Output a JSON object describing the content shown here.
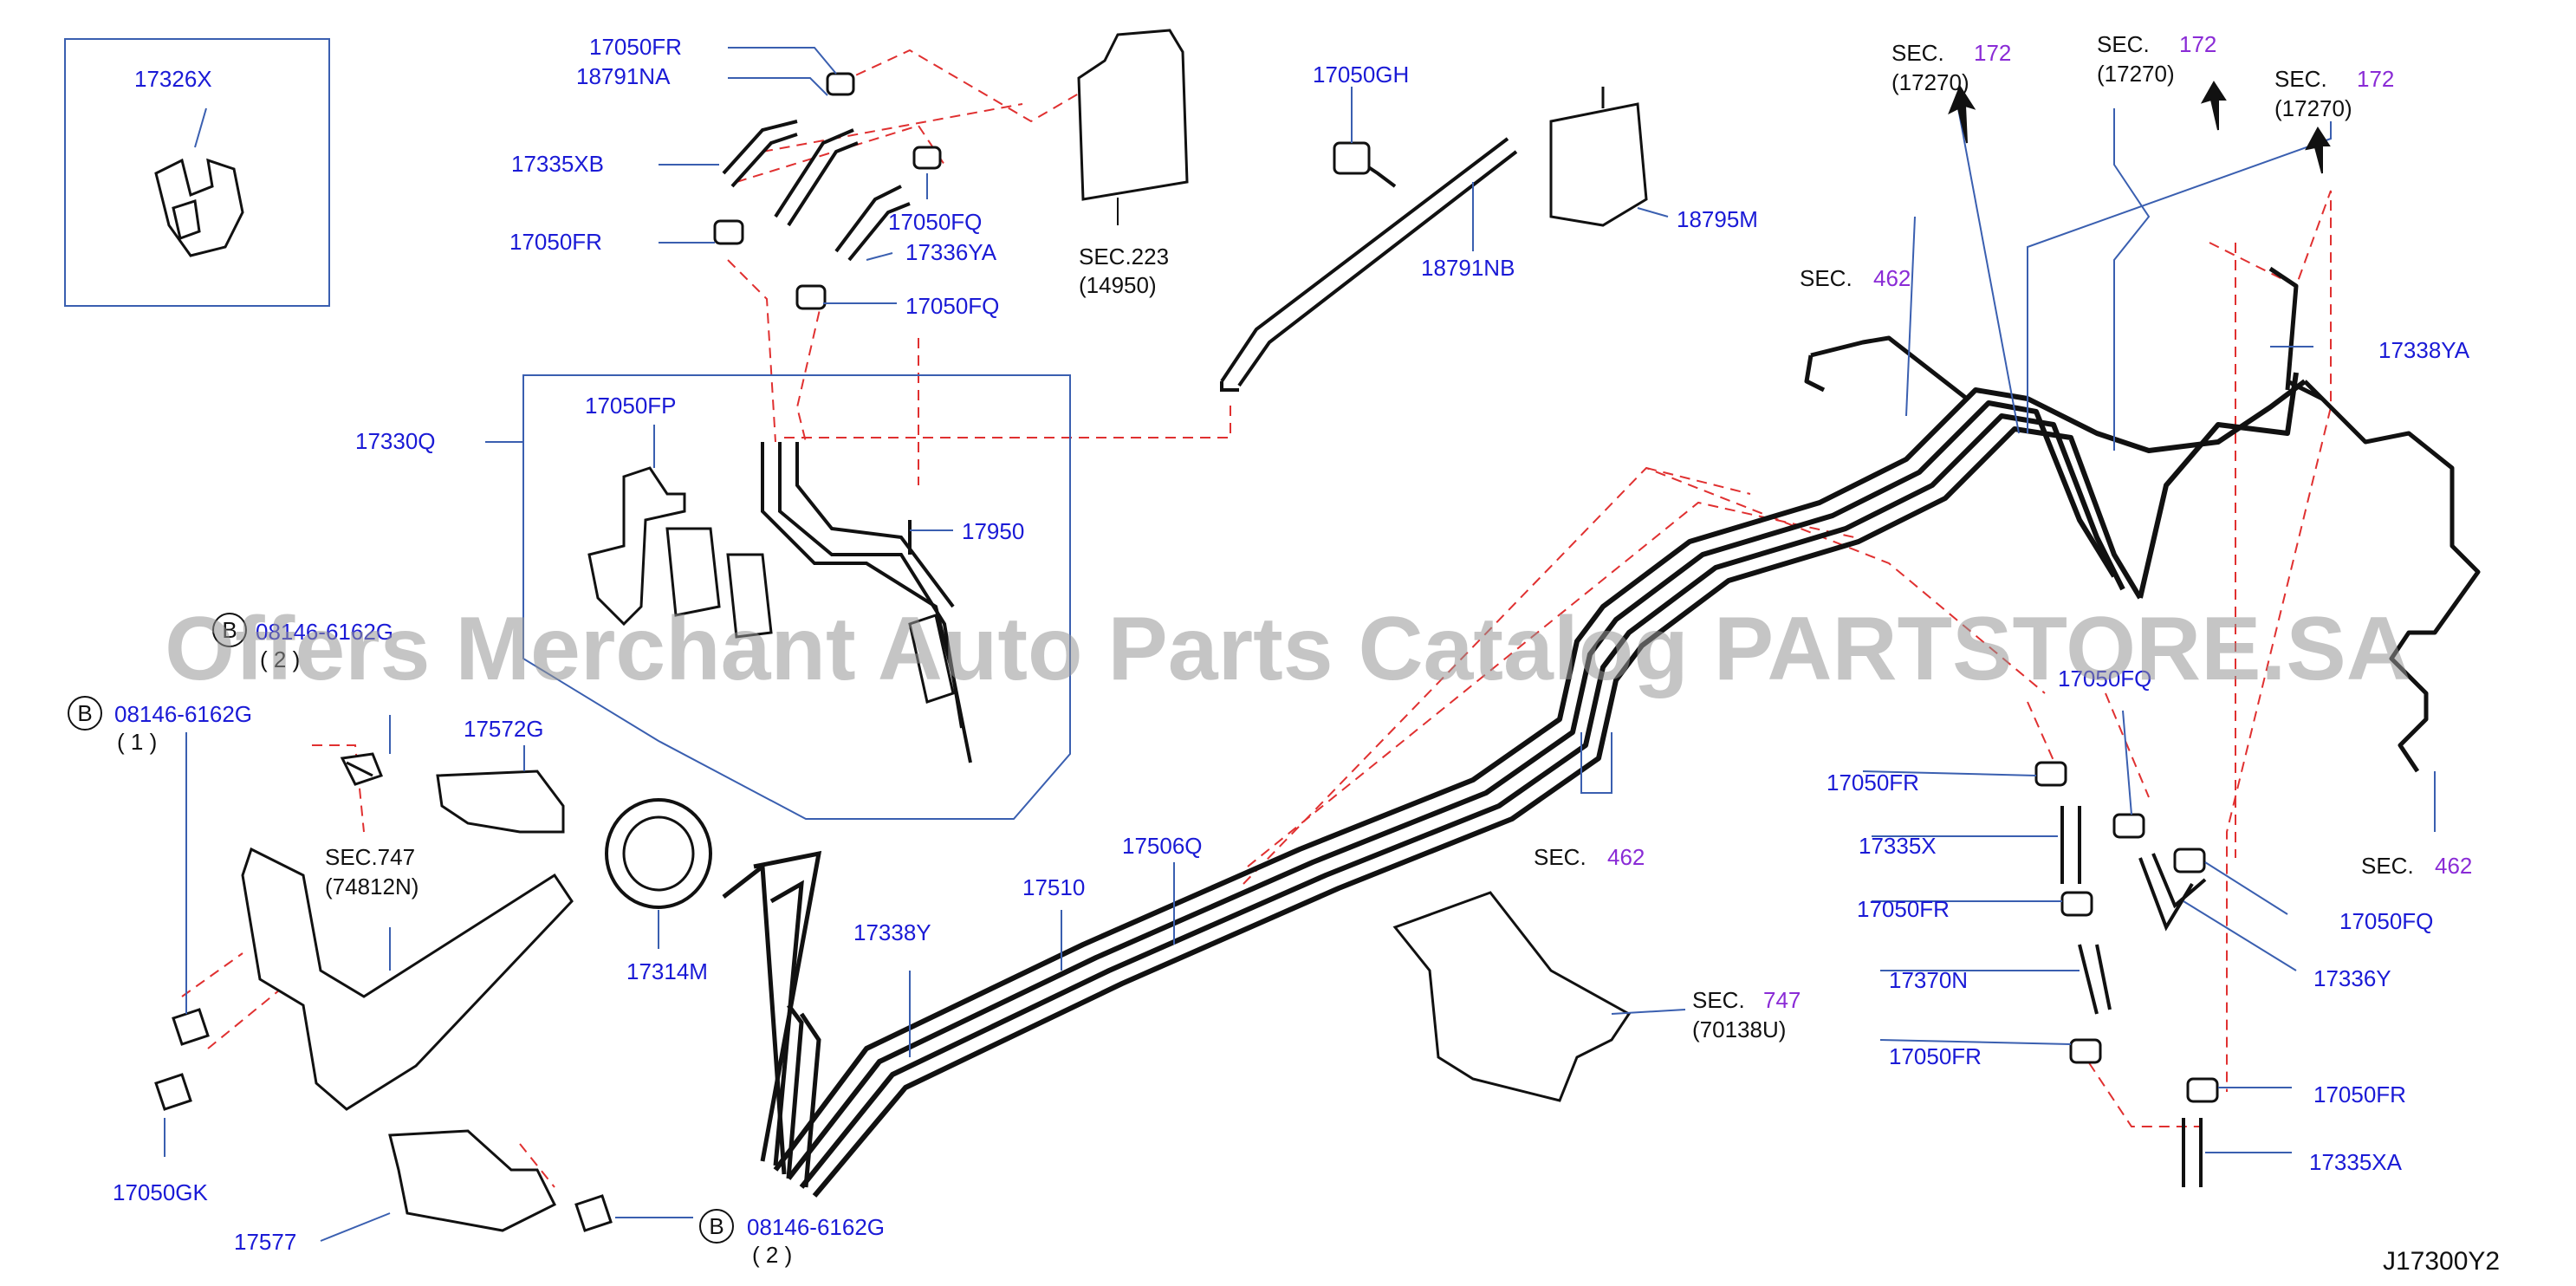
{
  "watermark": "Offers Merchant Auto Parts Catalog PARTSTORE.SA",
  "drawing_code": "J17300Y2",
  "colors": {
    "part_label": "#1a1ad6",
    "section_number": "#8a2bd6",
    "leader": "#3a5fb0",
    "dashed": "#e03030",
    "outline": "#111111"
  },
  "part_labels": {
    "p17326X": "17326X",
    "p17050FR_a": "17050FR",
    "p18791NA": "18791NA",
    "p17335XB": "17335XB",
    "p17050FR_b": "17050FR",
    "p17050FQ_a": "17050FQ",
    "p17336YA": "17336YA",
    "p17050FQ_b": "17050FQ",
    "p17330Q": "17330Q",
    "p17050FP": "17050FP",
    "p17950": "17950",
    "p17050GH": "17050GH",
    "p18795M": "18795M",
    "p18791NB": "18791NB",
    "p17338YA": "17338YA",
    "p17572G": "17572G",
    "p17314M": "17314M",
    "p17338Y": "17338Y",
    "p17510": "17510",
    "p17506Q": "17506Q",
    "p17050GK": "17050GK",
    "p17577": "17577",
    "p17050FQ_c": "17050FQ",
    "p17050FR_c": "17050FR",
    "p17335X": "17335X",
    "p17050FR_d": "17050FR",
    "p17370N": "17370N",
    "p17050FR_e": "17050FR",
    "p17050FQ_d": "17050FQ",
    "p17336Y": "17336Y",
    "p17050FR_f": "17050FR",
    "p17335XA": "17335XA"
  },
  "bolts": [
    {
      "marker": "B",
      "part": "08146-6162G",
      "qty": "( 2 )"
    },
    {
      "marker": "B",
      "part": "08146-6162G",
      "qty": "( 1 )"
    },
    {
      "marker": "B",
      "part": "08146-6162G",
      "qty": "( 2 )"
    }
  ],
  "sections": {
    "sec223": {
      "prefix": "SEC.223",
      "ref": "(14950)"
    },
    "sec747a": {
      "prefix": "SEC.747",
      "ref": "(74812N)"
    },
    "sec747b": {
      "prefix": "SEC.",
      "num": "747",
      "ref": "(70138U)"
    },
    "sec462a": {
      "prefix": "SEC.",
      "num": "462"
    },
    "sec462b": {
      "prefix": "SEC.",
      "num": "462"
    },
    "sec462c": {
      "prefix": "SEC.",
      "num": "462"
    },
    "sec172a": {
      "prefix": "SEC.",
      "num": "172",
      "ref": "(17270)"
    },
    "sec172b": {
      "prefix": "SEC.",
      "num": "172",
      "ref": "(17270)"
    },
    "sec172c": {
      "prefix": "SEC.",
      "num": "172",
      "ref": "(17270)"
    }
  }
}
